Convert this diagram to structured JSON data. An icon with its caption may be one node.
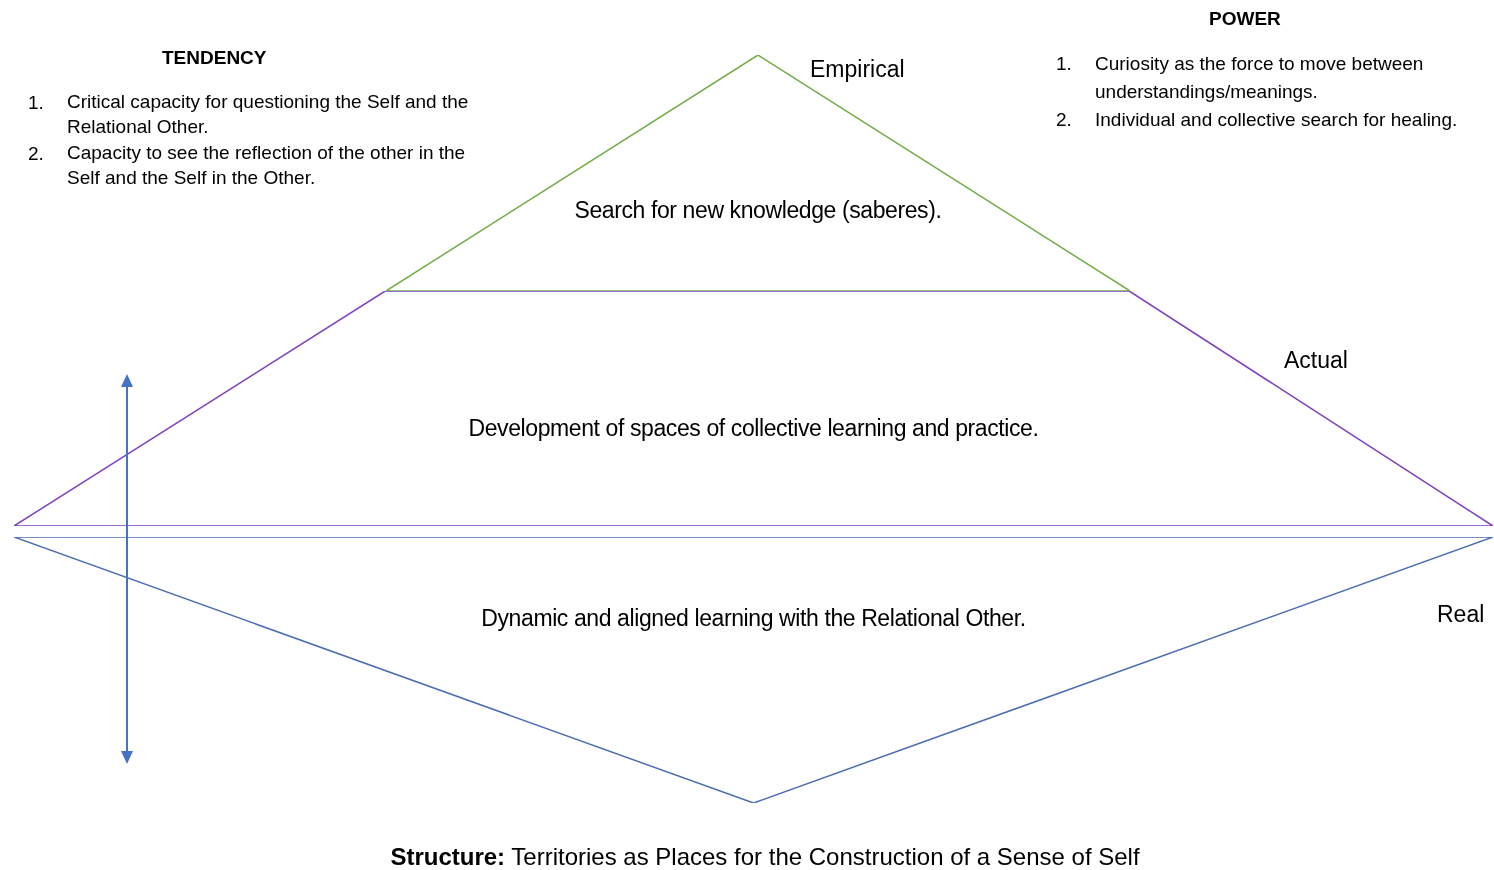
{
  "diagram": {
    "caption": "**Structure:** Territories as Places for the Construction of a Sense of Self",
    "nodes": [
      {
        "text": [
          "Search for new knowledge (saberes)."
        ],
        "beside": [
          "Empirical"
        ]
      },
      {
        "text": [
          "Development of spaces of collective learning and practice."
        ],
        "beside": [
          "Actual"
        ]
      },
      {
        "text": [
          "Dynamic and aligned learning with the Relational Other."
        ],
        "beside": [
          "Real"
        ]
      }
    ],
    "labels": [
      "TENDENCY",
      "1.",
      "Critical capacity for questioning the Self and the Relational Other.",
      "2.",
      "Capacity to see the reflection of the other in the Self and the Self in the Other.",
      "POWER",
      "1.",
      "Curiosity as the force to move between understandings/meanings.",
      "2.",
      "Individual and collective search for healing."
    ]
  }
}
